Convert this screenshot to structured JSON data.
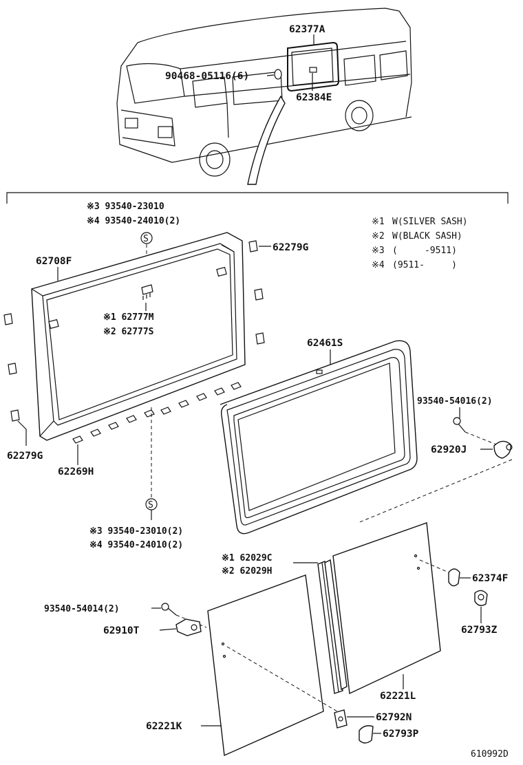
{
  "figure_code": "610992D",
  "van_labels": {
    "glass_top": "62377A",
    "screw_top": "90468-05116(6)",
    "glass_sub": "62384E"
  },
  "legend": [
    {
      "mark": "※1",
      "text": "W(SILVER SASH)"
    },
    {
      "mark": "※2",
      "text": "W(BLACK SASH)"
    },
    {
      "mark": "※3",
      "text": "(     -9511)"
    },
    {
      "mark": "※4",
      "text": "(9511-     )"
    }
  ],
  "symbol_s": "S",
  "parts": {
    "screw_top_a": "※3 93540-23010",
    "screw_top_b": "※4 93540-24010(2)",
    "frame": "62708F",
    "clip_right": "62279G",
    "clip_left": "62279G",
    "latch_a": "※1 62777M",
    "latch_b": "※2 62777S",
    "pad": "62269H",
    "weatherstrip": "62461S",
    "screw_right": "93540-54016(2)",
    "hinge_right": "62920J",
    "screw_bottom_a": "※3 93540-23010(2)",
    "screw_bottom_b": "※4 93540-24010(2)",
    "channel_a": "※1 62029C",
    "channel_b": "※2 62029H",
    "stopper_right": "62374F",
    "cap_right": "62793Z",
    "screw_left": "93540-54014(2)",
    "hinge_left": "62910T",
    "glass_right": "62221L",
    "glass_left": "62221K",
    "stopper_left": "62792N",
    "cap_left": "62793P"
  }
}
